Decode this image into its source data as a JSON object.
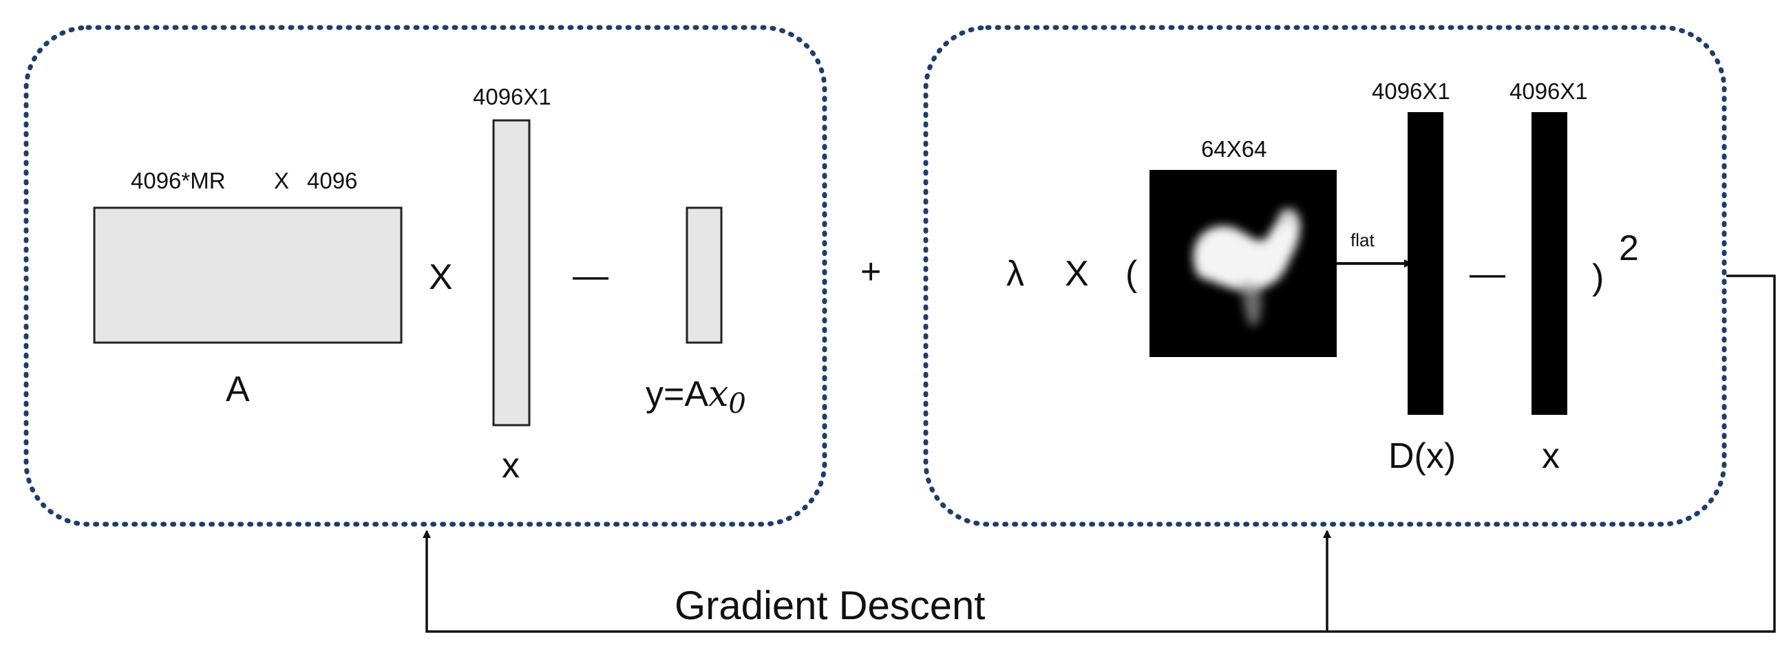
{
  "left_panel": {
    "matrix_dims": "4096*MR",
    "matrix_x": "X",
    "matrix_dims_right": "4096",
    "matrix_label": "A",
    "times_sign": "X",
    "vector_dims": "4096X1",
    "vector_label": "x",
    "minus_sign": "—",
    "measurement_label_prefix": "y=A",
    "measurement_label_var": "x",
    "measurement_label_sub": "0"
  },
  "plus_sign": "+",
  "right_panel": {
    "lambda": "λ",
    "times_sign": "X",
    "open_paren": "(",
    "image_dims": "64X64",
    "flat_label": "flat",
    "dx_vector_dims": "4096X1",
    "dx_label": "D(x)",
    "minus_sign": "—",
    "x_vector_dims": "4096X1",
    "x_label": "x",
    "close_paren": ")",
    "exponent": "2"
  },
  "feedback_label": "Gradient Descent",
  "colors": {
    "dotted_border": "#1f3d6b",
    "vector_fill": "#e6e6e6",
    "dark_vector_fill": "#000000",
    "line": "#111111"
  }
}
